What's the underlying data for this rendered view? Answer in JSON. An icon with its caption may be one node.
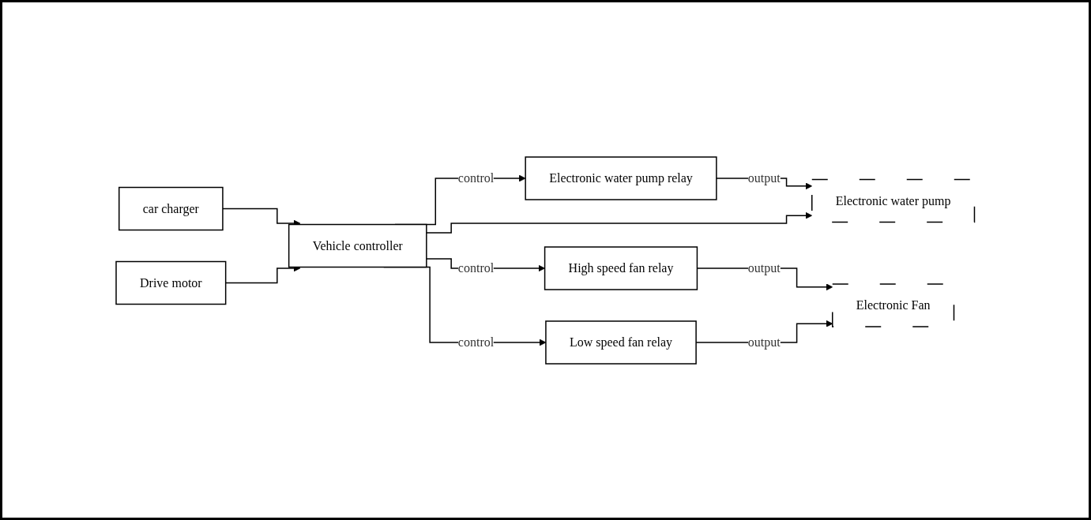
{
  "diagram": {
    "nodes": [
      {
        "text": [
          "car charger"
        ]
      },
      {
        "text": [
          "Drive motor"
        ]
      },
      {
        "text": [
          "Vehicle controller"
        ]
      },
      {
        "text": [
          "Electronic water pump relay"
        ]
      },
      {
        "text": [
          "High speed fan relay"
        ]
      },
      {
        "text": [
          "Low speed fan relay"
        ]
      },
      {
        "text": [
          "Electronic water pump"
        ]
      },
      {
        "text": [
          "Electronic Fan"
        ]
      }
    ],
    "edges": [
      {
        "from": 0,
        "to": 2,
        "arrow": "to"
      },
      {
        "from": 1,
        "to": 2,
        "arrow": "to"
      },
      {
        "from": 2,
        "to": 3,
        "arrow": "to",
        "label": "control"
      },
      {
        "from": 3,
        "to": 6,
        "arrow": "to",
        "label": "output"
      },
      {
        "from": 2,
        "to": 6,
        "arrow": "to"
      },
      {
        "from": 2,
        "to": 4,
        "arrow": "to",
        "label": "control"
      },
      {
        "from": 4,
        "to": 7,
        "arrow": "to",
        "label": "output"
      },
      {
        "from": 2,
        "to": 5,
        "arrow": "to",
        "label": "control"
      },
      {
        "from": 5,
        "to": 7,
        "arrow": "to",
        "label": "output"
      }
    ]
  }
}
